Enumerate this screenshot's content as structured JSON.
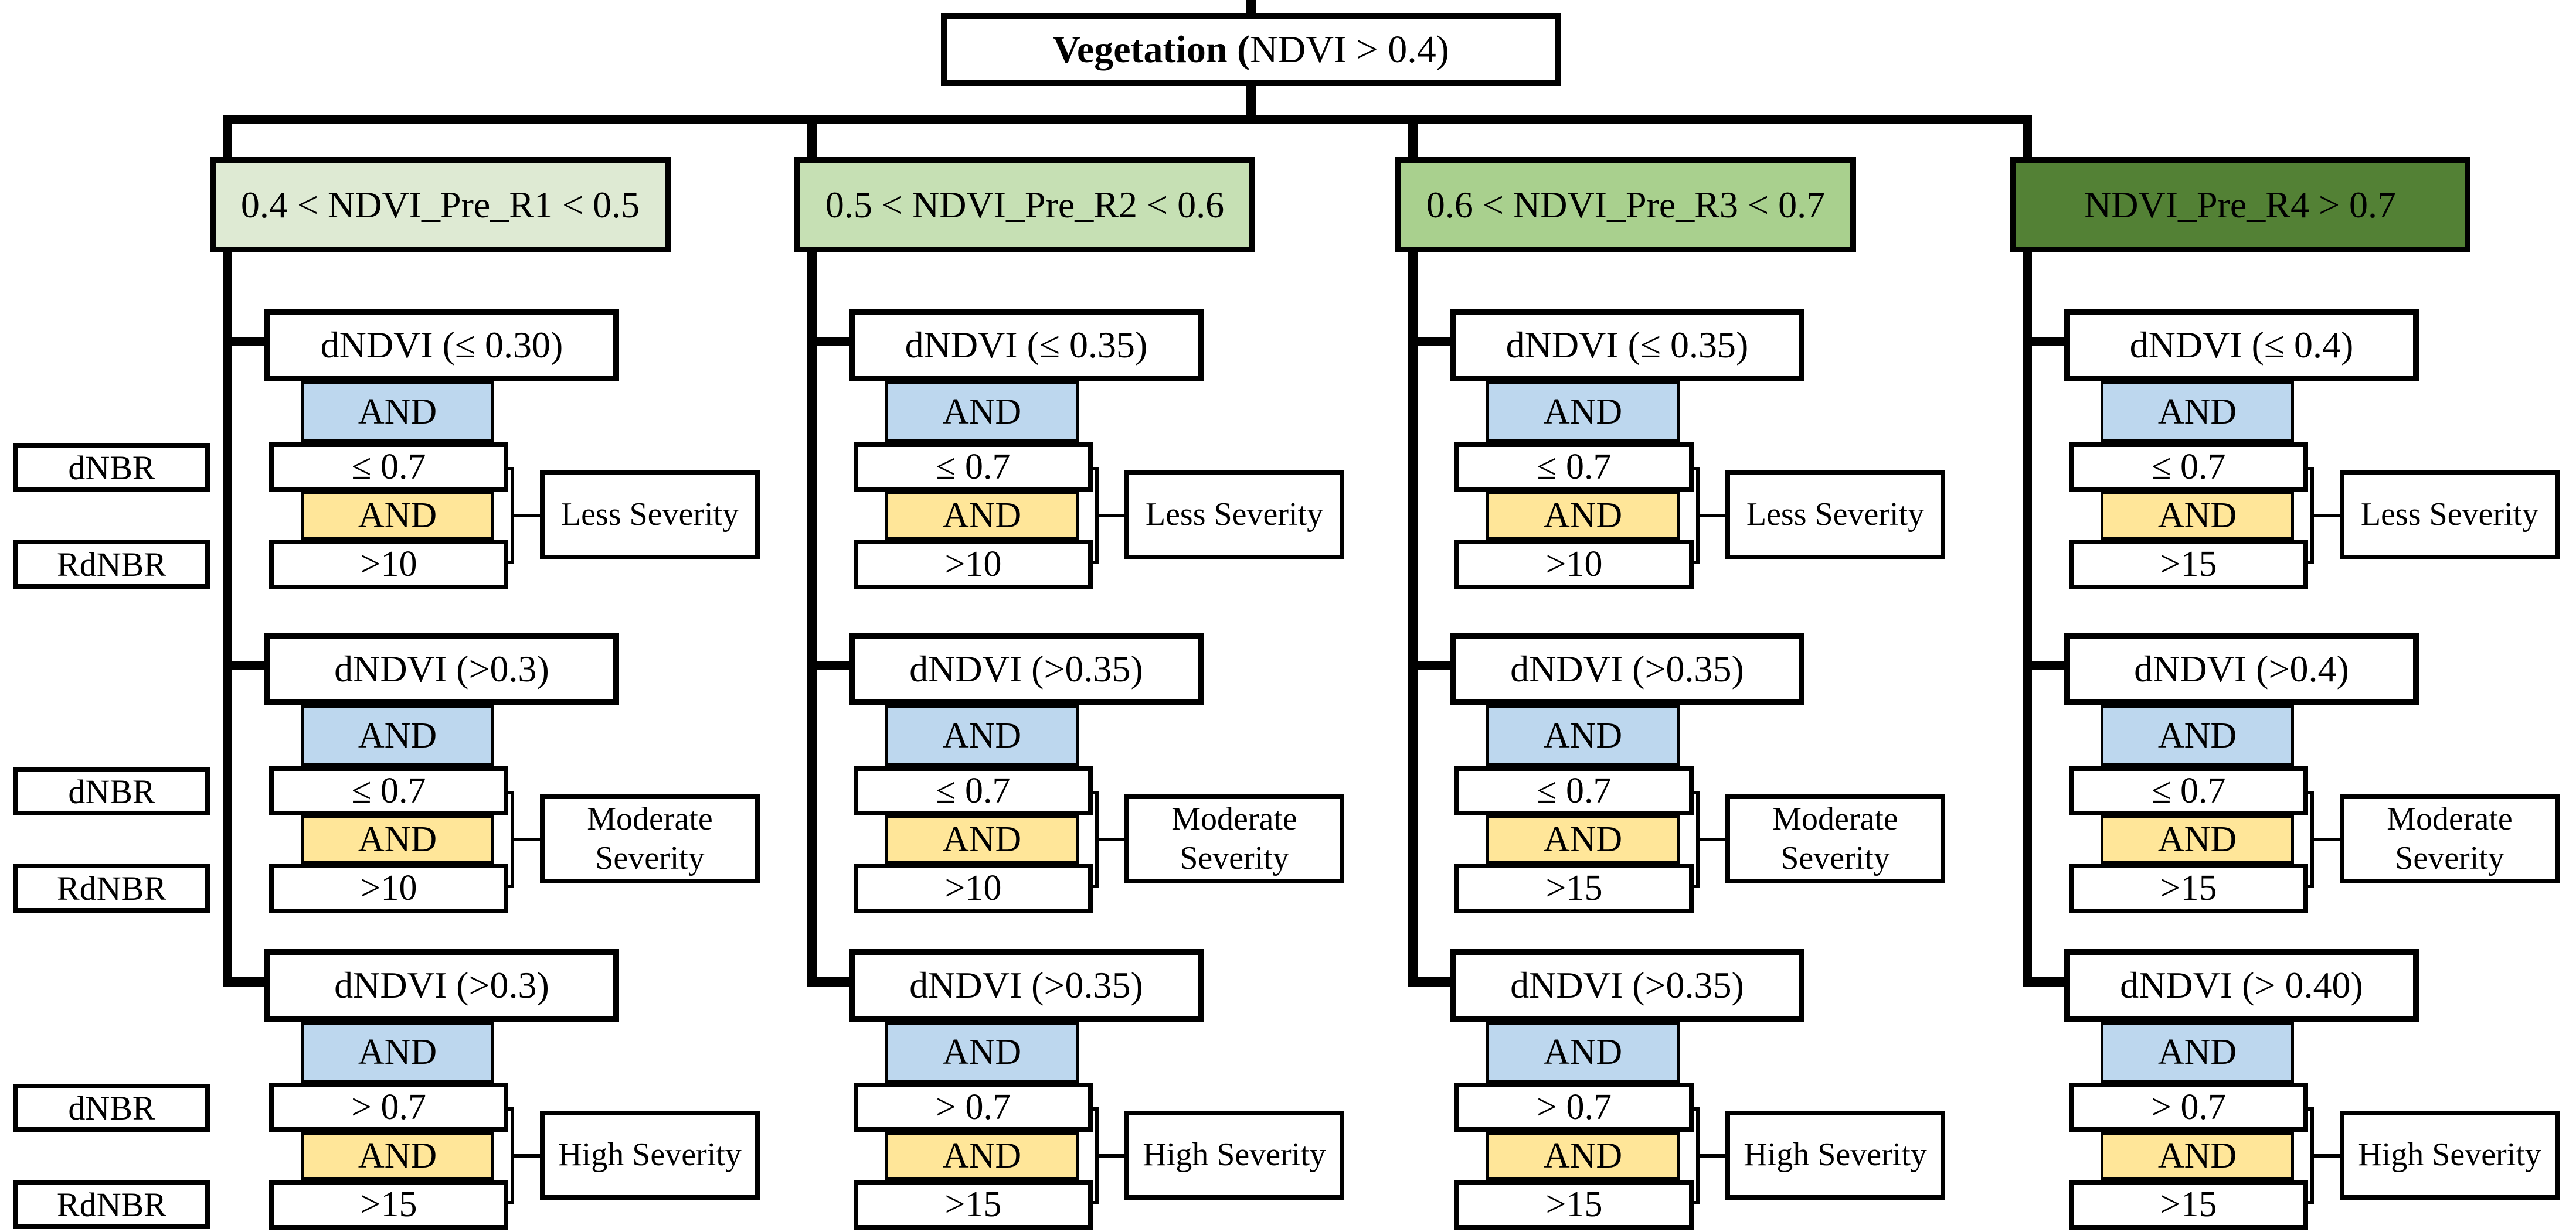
{
  "root": {
    "title_bold": "Vegetation (",
    "title_rest": "NDVI > 0.4)"
  },
  "labels": {
    "and": "AND"
  },
  "colors": {
    "and_blue": "#BDD7EE",
    "and_yellow": "#FFE699",
    "header_r1": "#DEEAD3",
    "header_r2": "#C6E0B4",
    "header_r3": "#A9D08E",
    "header_r4": "#538135",
    "line": "#000000"
  },
  "left_labels": [
    {
      "dnbr": "dNBR",
      "rdnbr": "RdNBR"
    },
    {
      "dnbr": "dNBR",
      "rdnbr": "RdNBR"
    },
    {
      "dnbr": "dNBR",
      "rdnbr": "RdNBR"
    }
  ],
  "columns": [
    {
      "header": "0.4 < NDVI_Pre_R1 < 0.5",
      "header_color": "#DEEAD3",
      "branches": [
        {
          "dndvi": "dNDVI (≤ 0.30)",
          "cond1": "≤ 0.7",
          "cond2": ">10",
          "severity": "Less Severity"
        },
        {
          "dndvi": "dNDVI (>0.3)",
          "cond1": "≤ 0.7",
          "cond2": ">10",
          "severity": "Moderate Severity"
        },
        {
          "dndvi": "dNDVI (>0.3)",
          "cond1": "> 0.7",
          "cond2": ">15",
          "severity": "High Severity"
        }
      ]
    },
    {
      "header": "0.5 < NDVI_Pre_R2 < 0.6",
      "header_color": "#C6E0B4",
      "branches": [
        {
          "dndvi": "dNDVI (≤ 0.35)",
          "cond1": "≤ 0.7",
          "cond2": ">10",
          "severity": "Less Severity"
        },
        {
          "dndvi": "dNDVI (>0.35)",
          "cond1": "≤ 0.7",
          "cond2": ">10",
          "severity": "Moderate Severity"
        },
        {
          "dndvi": "dNDVI (>0.35)",
          "cond1": "> 0.7",
          "cond2": ">15",
          "severity": "High Severity"
        }
      ]
    },
    {
      "header": "0.6 < NDVI_Pre_R3 < 0.7",
      "header_color": "#A9D08E",
      "branches": [
        {
          "dndvi": "dNDVI (≤ 0.35)",
          "cond1": "≤ 0.7",
          "cond2": ">10",
          "severity": "Less Severity"
        },
        {
          "dndvi": "dNDVI (>0.35)",
          "cond1": "≤ 0.7",
          "cond2": ">15",
          "severity": "Moderate Severity"
        },
        {
          "dndvi": "dNDVI (>0.35)",
          "cond1": "> 0.7",
          "cond2": ">15",
          "severity": "High Severity"
        }
      ]
    },
    {
      "header": "NDVI_Pre_R4 > 0.7",
      "header_color": "#538135",
      "branches": [
        {
          "dndvi": "dNDVI (≤ 0.4)",
          "cond1": "≤ 0.7",
          "cond2": ">15",
          "severity": "Less Severity"
        },
        {
          "dndvi": "dNDVI (>0.4)",
          "cond1": "≤ 0.7",
          "cond2": ">15",
          "severity": "Moderate Severity"
        },
        {
          "dndvi": "dNDVI (> 0.40)",
          "cond1": "> 0.7",
          "cond2": ">15",
          "severity": "High Severity"
        }
      ]
    }
  ]
}
